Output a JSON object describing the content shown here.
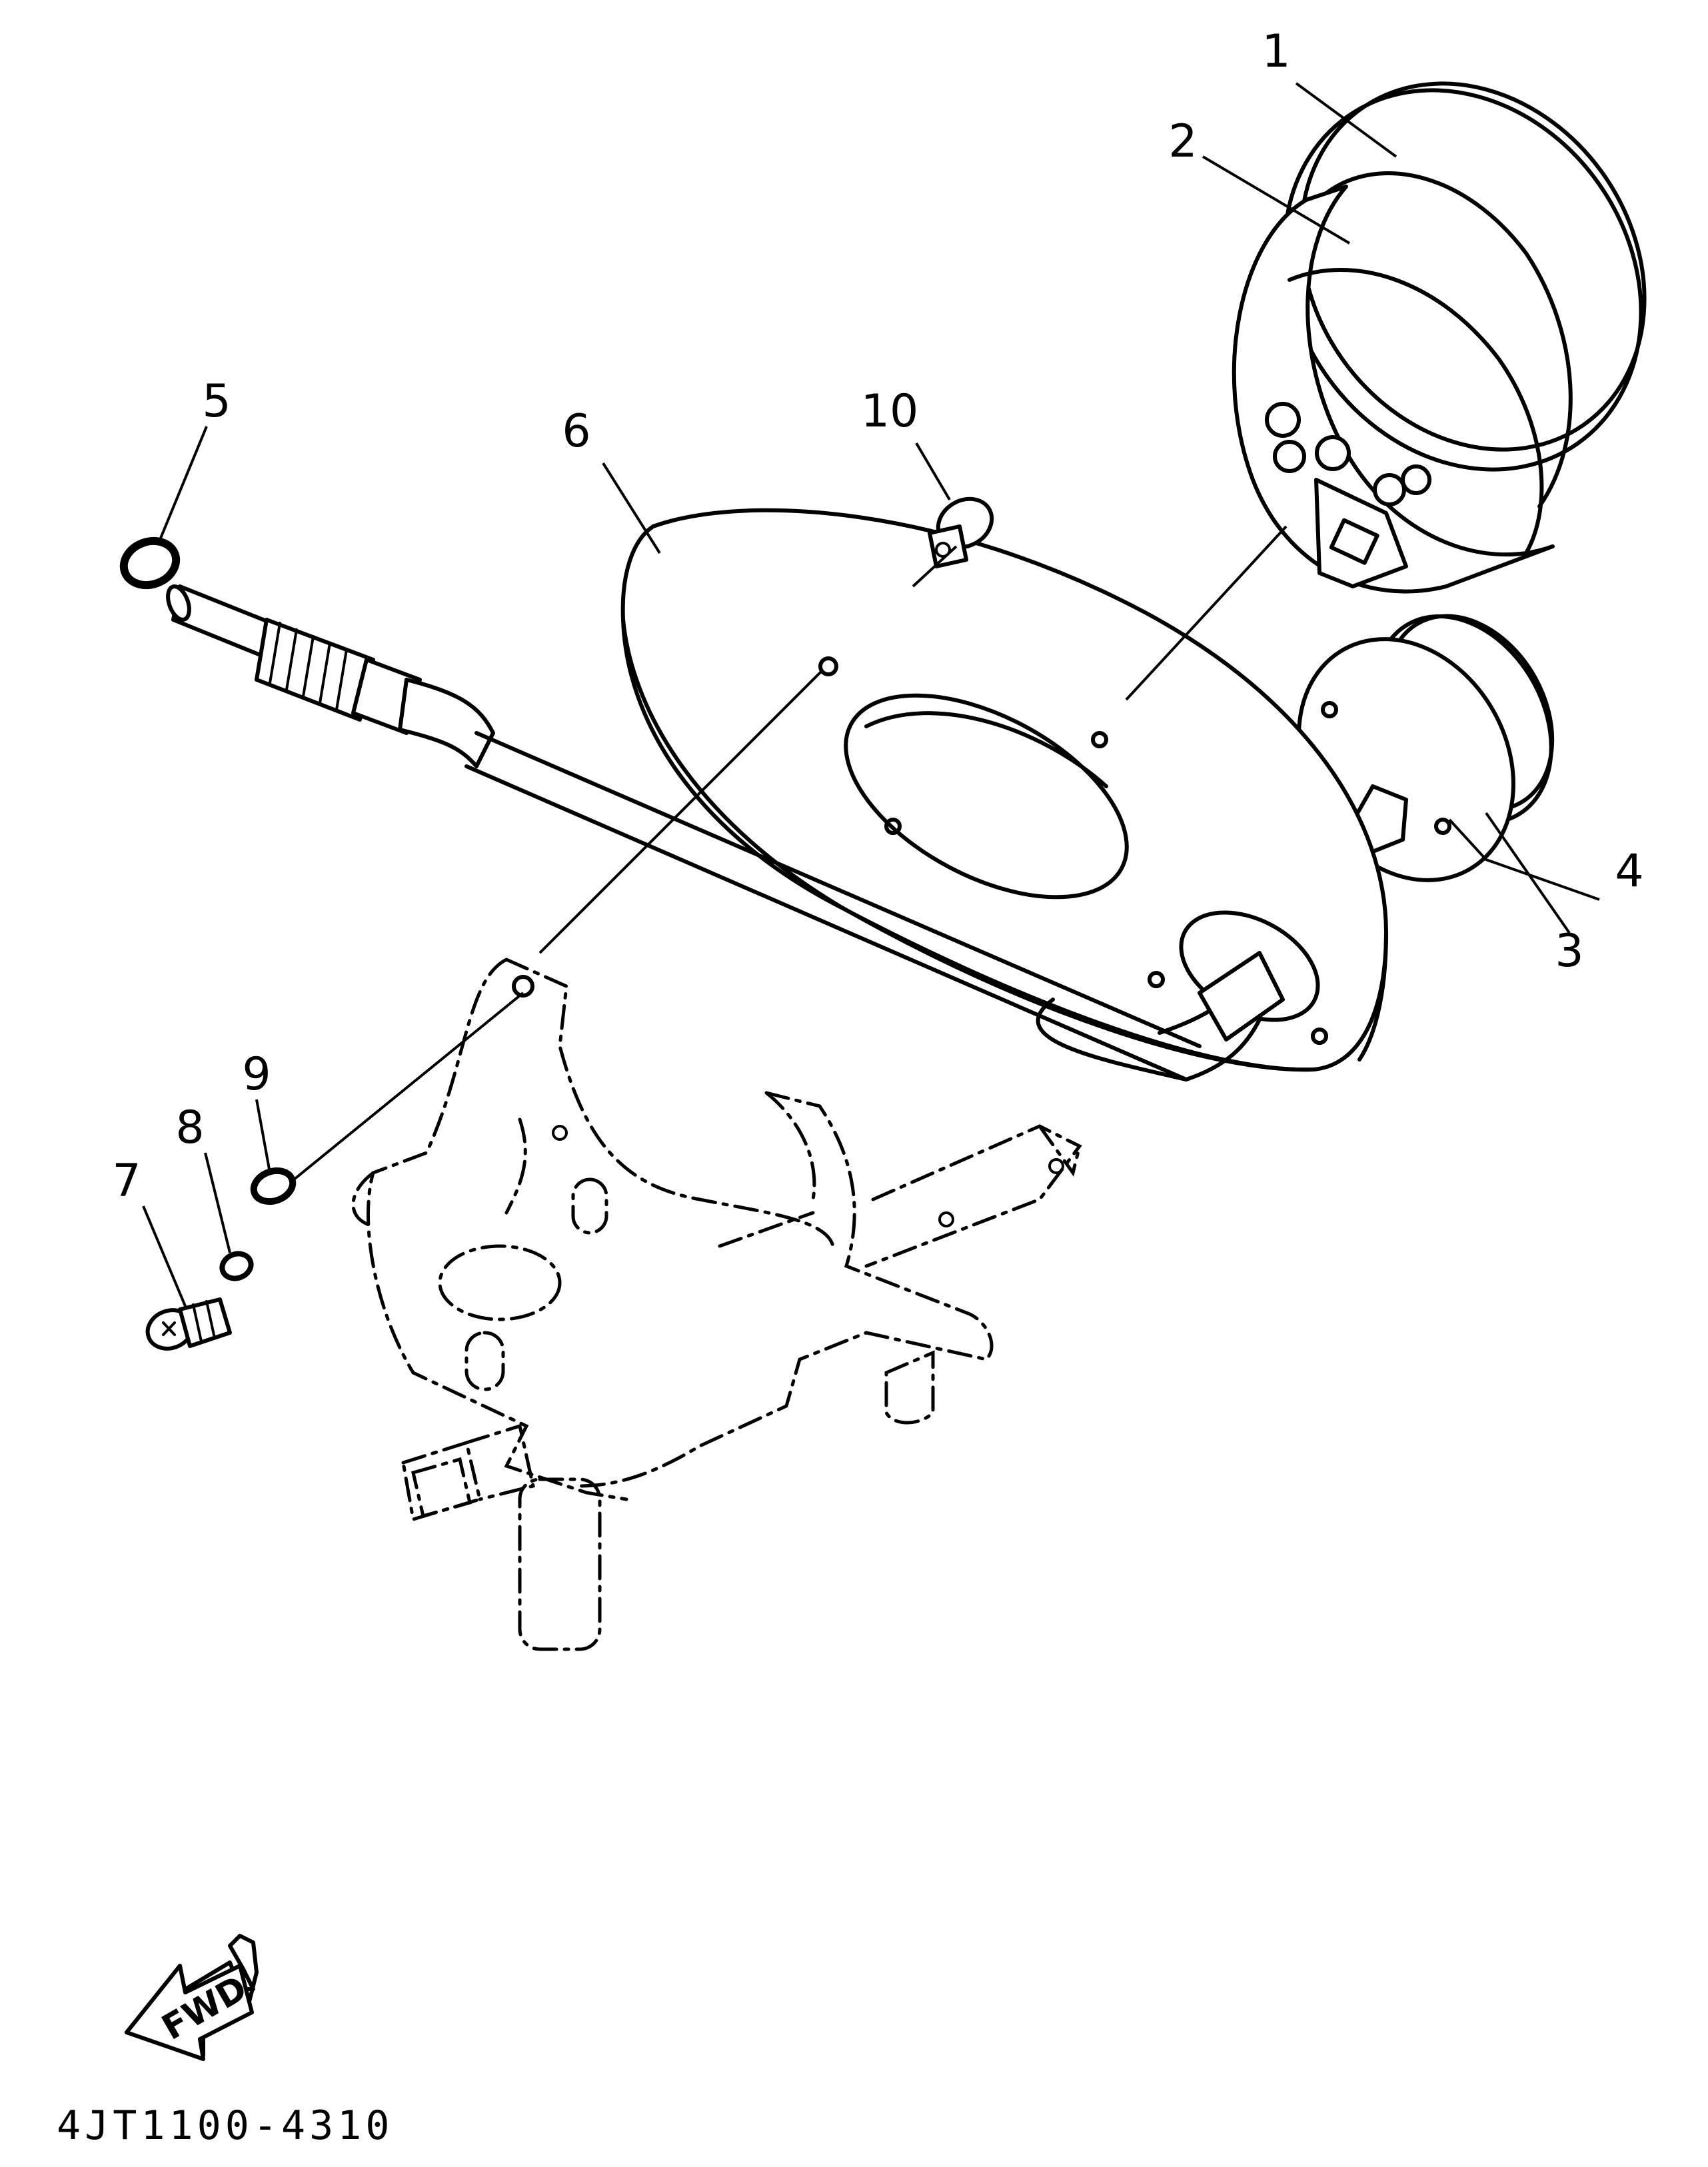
{
  "callouts": [
    {
      "id": "1",
      "label": "1"
    },
    {
      "id": "2",
      "label": "2"
    },
    {
      "id": "3",
      "label": "3"
    },
    {
      "id": "4",
      "label": "4"
    },
    {
      "id": "5",
      "label": "5"
    },
    {
      "id": "6",
      "label": "6"
    },
    {
      "id": "7",
      "label": "7"
    },
    {
      "id": "8",
      "label": "8"
    },
    {
      "id": "9",
      "label": "9"
    },
    {
      "id": "10",
      "label": "10"
    }
  ],
  "direction_marker": {
    "label": "FWD"
  },
  "diagram_code": "4JT1100-4310"
}
